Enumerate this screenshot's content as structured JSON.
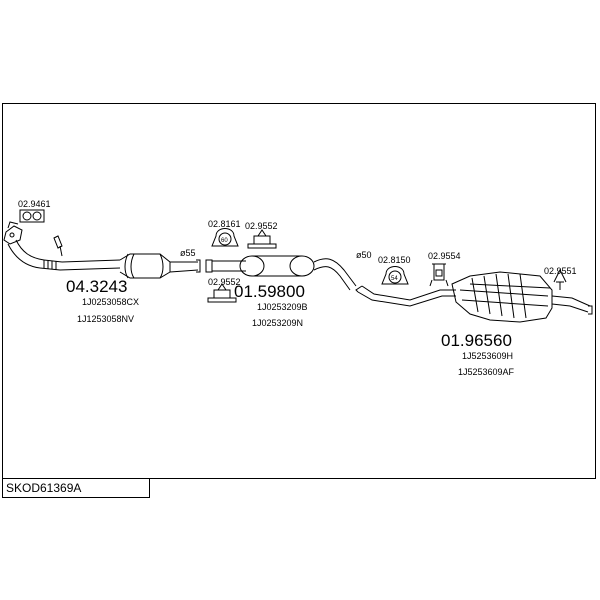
{
  "diagram_code": "SKOD61369A",
  "sections": [
    {
      "part_number": "04.3243",
      "oe_numbers": [
        "1J0253058CX",
        "1J1253058NV"
      ]
    },
    {
      "part_number": "01.59800",
      "oe_numbers": [
        "1J0253209B",
        "1J0253209N"
      ]
    },
    {
      "part_number": "01.96560",
      "oe_numbers": [
        "1J5253609H",
        "1J5253609AF"
      ]
    }
  ],
  "accessories": [
    {
      "label": "02.9461"
    },
    {
      "label": "02.8161"
    },
    {
      "label": "02.9552"
    },
    {
      "label": "02.9552"
    },
    {
      "label": "02.8150"
    },
    {
      "label": "02.9554"
    },
    {
      "label": "02.9551"
    }
  ],
  "diameters": [
    "ø55",
    "ø50"
  ],
  "clamp_sizes": [
    "60",
    "54"
  ]
}
